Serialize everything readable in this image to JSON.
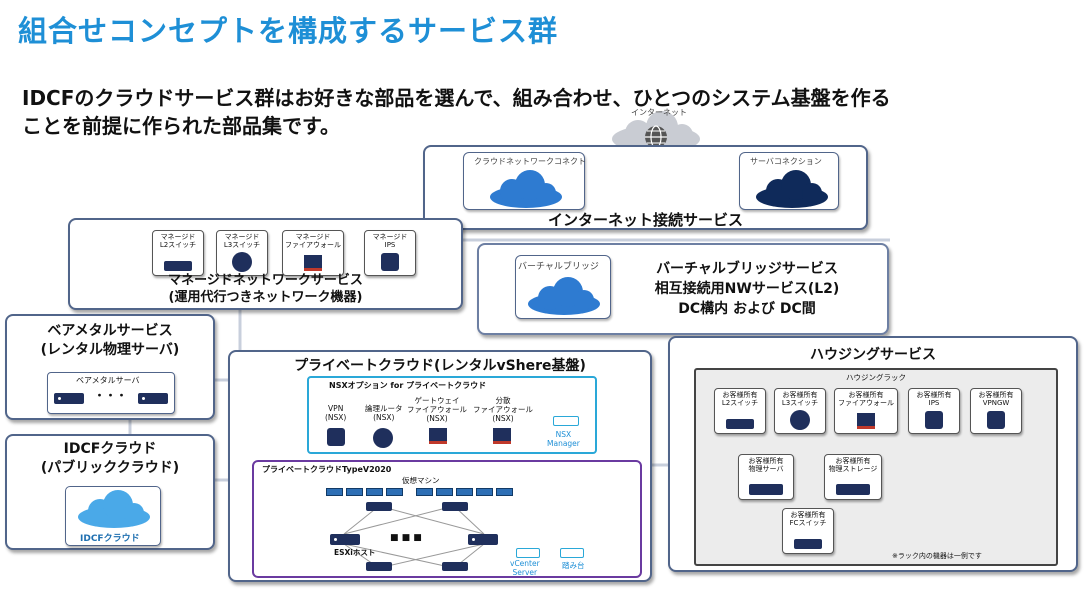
{
  "page": {
    "title": "組合せコンセプトを構成するサービス群",
    "lead_line1": "IDCFのクラウドサービス群はお好きな部品を選んで、組み合わせ、ひとつのシステム基盤を作る",
    "lead_line2": "ことを前提に作られた部品集です。"
  },
  "colors": {
    "title": "#1e8fd6",
    "panel_border": "#51658a",
    "cloud_blue": "#2e7bd1",
    "cloud_navy": "#0f2a5a",
    "purple": "#6a3aa0",
    "cyan": "#2aa8d8"
  },
  "internet": {
    "label": "インターネット",
    "title": "インターネット接続サービス",
    "cloud_connect": "クラウドネットワークコネクト",
    "server_connection": "サーバコネクション"
  },
  "managed": {
    "title_line1": "マネージドネットワークサービス",
    "title_line2": "(運用代行つきネットワーク機器)",
    "tiles": [
      {
        "line1": "マネージド",
        "line2": "L2スイッチ",
        "icon": "switch-icon"
      },
      {
        "line1": "マネージド",
        "line2": "L3スイッチ",
        "icon": "router-icon"
      },
      {
        "line1": "マネージド",
        "line2": "ファイアウォール",
        "icon": "firewall-icon"
      },
      {
        "line1": "マネージド",
        "line2": "IPS",
        "icon": "ips-icon"
      }
    ]
  },
  "bridge": {
    "box_label": "バーチャルブリッジ",
    "title": "バーチャルブリッジサービス",
    "line2": "相互接続用NWサービス(L2)",
    "line3": "DC構内 および DC間"
  },
  "baremetal": {
    "title_line1": "ベアメタルサービス",
    "title_line2": "(レンタル物理サーバ)",
    "box_label": "ベアメタルサーバ",
    "dots": "・・・"
  },
  "idcf": {
    "title_line1": "IDCFクラウド",
    "title_line2": "(パブリッククラウド)",
    "cloud_label": "IDCFクラウド"
  },
  "private": {
    "title": "プライベートクラウド(レンタルvShere基盤)",
    "nsx_title": "NSXオプション for プライベートクラウド",
    "nsx_items": [
      {
        "line1": "VPN",
        "line2": "(NSX)"
      },
      {
        "line1": "論理ルータ",
        "line2": "(NSX)"
      },
      {
        "line1": "ゲートウェイ",
        "line2": "ファイアウォール",
        "line3": "(NSX)"
      },
      {
        "line1": "分散",
        "line2": "ファイアウォール",
        "line3": "(NSX)"
      }
    ],
    "nsx_manager": "NSX\nManager",
    "typev_title": "プライベートクラウドTypeV2020",
    "vm_label": "仮想マシン",
    "esxi_label": "ESXiホスト",
    "vcenter_label": "vCenter\nServer",
    "fumidai_label": "踏み台"
  },
  "housing": {
    "title": "ハウジングサービス",
    "rack_label": "ハウジングラック",
    "tiles": [
      {
        "line1": "お客様所有",
        "line2": "L2スイッチ"
      },
      {
        "line1": "お客様所有",
        "line2": "L3スイッチ"
      },
      {
        "line1": "お客様所有",
        "line2": "ファイアウォール"
      },
      {
        "line1": "お客様所有",
        "line2": "IPS"
      },
      {
        "line1": "お客様所有",
        "line2": "VPNGW"
      },
      {
        "line1": "お客様所有",
        "line2": "物理サーバ"
      },
      {
        "line1": "お客様所有",
        "line2": "物理ストレージ"
      },
      {
        "line1": "お客様所有",
        "line2": "FCスイッチ"
      }
    ],
    "note": "※ラック内の機器は一例です"
  }
}
